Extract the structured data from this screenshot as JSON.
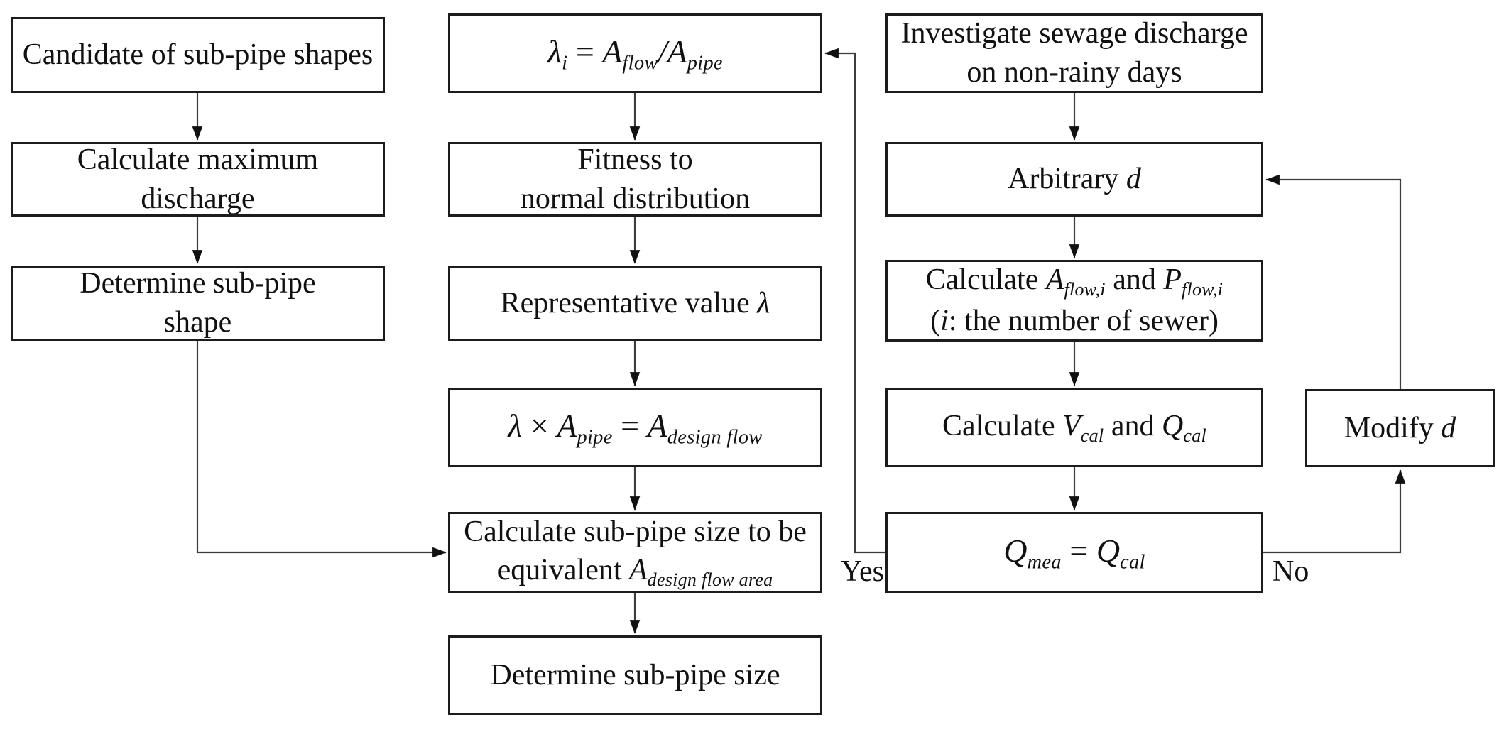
{
  "diagram": {
    "colors": {
      "background": "#ffffff",
      "box_border": "#1c1c1c",
      "connector": "#3d3d3d",
      "arrowhead": "#111111",
      "text": "#111111"
    },
    "nodes": {
      "candidate": {
        "lines": [
          [
            {
              "t": "Candidate of sub-pipe shapes"
            }
          ]
        ]
      },
      "calc_max": {
        "lines": [
          [
            {
              "t": "Calculate maximum"
            }
          ],
          [
            {
              "t": "discharge"
            }
          ]
        ]
      },
      "determine_shape": {
        "lines": [
          [
            {
              "t": "Determine sub-pipe"
            }
          ],
          [
            {
              "t": "shape"
            }
          ]
        ]
      },
      "lambda_ratio": {
        "lines": [
          [
            {
              "t": "λ",
              "s": "i"
            },
            {
              "t": "i",
              "s": "sub"
            },
            {
              "t": " = "
            },
            {
              "t": "A",
              "s": "i"
            },
            {
              "t": "flow",
              "s": "sub"
            },
            {
              "t": "/",
              "s": "i"
            },
            {
              "t": "A",
              "s": "i"
            },
            {
              "t": "pipe",
              "s": "sub"
            }
          ]
        ]
      },
      "fitness": {
        "lines": [
          [
            {
              "t": "Fitness to"
            }
          ],
          [
            {
              "t": "normal distribution"
            }
          ]
        ]
      },
      "representative": {
        "lines": [
          [
            {
              "t": "Representative value "
            },
            {
              "t": "λ",
              "s": "i"
            }
          ]
        ]
      },
      "design_flow_eq": {
        "lines": [
          [
            {
              "t": "λ",
              "s": "i"
            },
            {
              "t": " × "
            },
            {
              "t": "A",
              "s": "i"
            },
            {
              "t": "pipe",
              "s": "sub"
            },
            {
              "t": " = "
            },
            {
              "t": "A",
              "s": "i"
            },
            {
              "t": "design flow",
              "s": "sub"
            }
          ]
        ]
      },
      "calc_size": {
        "lines": [
          [
            {
              "t": "Calculate sub-pipe size to be"
            }
          ],
          [
            {
              "t": "equivalent "
            },
            {
              "t": "A",
              "s": "i"
            },
            {
              "t": "design flow area",
              "s": "sub"
            }
          ]
        ]
      },
      "determine_size": {
        "lines": [
          [
            {
              "t": "Determine sub-pipe size"
            }
          ]
        ]
      },
      "investigate": {
        "lines": [
          [
            {
              "t": "Investigate sewage discharge"
            }
          ],
          [
            {
              "t": "on non-rainy days"
            }
          ]
        ]
      },
      "arbitrary_d": {
        "lines": [
          [
            {
              "t": "Arbitrary "
            },
            {
              "t": "d",
              "s": "i"
            }
          ]
        ]
      },
      "calc_flow_i": {
        "lines": [
          [
            {
              "t": "Calculate "
            },
            {
              "t": "A",
              "s": "i"
            },
            {
              "t": "flow,i",
              "s": "sub"
            },
            {
              "t": " and "
            },
            {
              "t": "P",
              "s": "i"
            },
            {
              "t": "flow,i",
              "s": "sub"
            }
          ],
          [
            {
              "t": "("
            },
            {
              "t": "i",
              "s": "i"
            },
            {
              "t": ": the number of sewer)"
            }
          ]
        ]
      },
      "calc_vq": {
        "lines": [
          [
            {
              "t": "Calculate "
            },
            {
              "t": "V",
              "s": "i"
            },
            {
              "t": "cal",
              "s": "sub"
            },
            {
              "t": " and "
            },
            {
              "t": "Q",
              "s": "i"
            },
            {
              "t": "cal",
              "s": "sub"
            }
          ]
        ]
      },
      "q_check": {
        "lines": [
          [
            {
              "t": "Q",
              "s": "i"
            },
            {
              "t": "mea",
              "s": "sub"
            },
            {
              "t": " = "
            },
            {
              "t": "Q",
              "s": "i"
            },
            {
              "t": "cal",
              "s": "sub"
            }
          ]
        ]
      },
      "modify_d": {
        "lines": [
          [
            {
              "t": "Modify "
            },
            {
              "t": "d",
              "s": "i"
            }
          ]
        ]
      }
    },
    "edge_labels": {
      "yes": "Yes",
      "no": "No"
    }
  }
}
